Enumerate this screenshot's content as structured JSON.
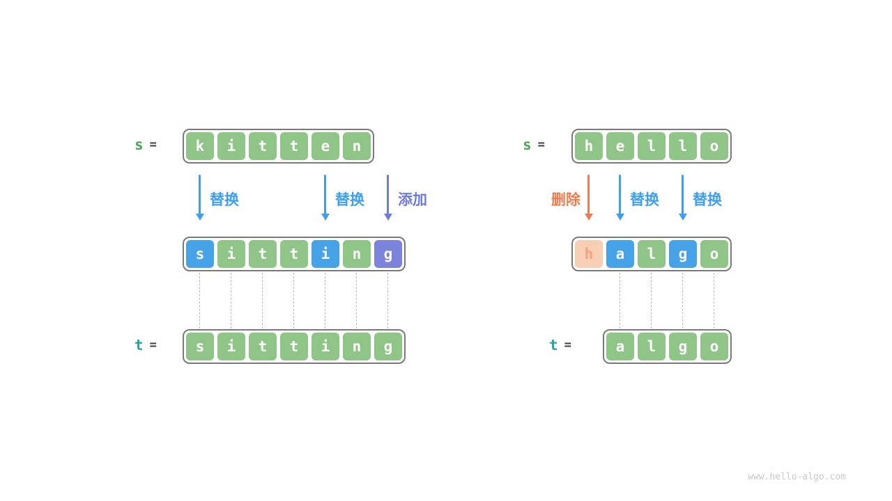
{
  "watermark": "www.hello-algo.com",
  "colors": {
    "green": "#8FC586",
    "blue": "#47A3E8",
    "purple": "#7B83DB",
    "peach_bg": "#F8CEB5",
    "peach_text": "#F0A47E",
    "arrow_blue": "#3D9EF2",
    "arrow_purple": "#6D7CE0",
    "arrow_orange": "#ED7D50",
    "label_s": "#4CA75B",
    "label_t": "#2FA49E"
  },
  "left": {
    "var_s": "s",
    "var_t": "t",
    "eq": "=",
    "s_row": [
      "k",
      "i",
      "t",
      "t",
      "e",
      "n"
    ],
    "operations": [
      {
        "label": "替换",
        "type": "replace"
      },
      {
        "label": "替换",
        "type": "replace"
      },
      {
        "label": "添加",
        "type": "add"
      }
    ],
    "mid_row": [
      {
        "ch": "s",
        "type": "blue"
      },
      {
        "ch": "i",
        "type": "green"
      },
      {
        "ch": "t",
        "type": "green"
      },
      {
        "ch": "t",
        "type": "green"
      },
      {
        "ch": "i",
        "type": "blue"
      },
      {
        "ch": "n",
        "type": "green"
      },
      {
        "ch": "g",
        "type": "purple"
      }
    ],
    "t_row": [
      "s",
      "i",
      "t",
      "t",
      "i",
      "n",
      "g"
    ]
  },
  "right": {
    "var_s": "s",
    "var_t": "t",
    "eq": "=",
    "s_row": [
      "h",
      "e",
      "l",
      "l",
      "o"
    ],
    "operations": [
      {
        "label": "删除",
        "type": "delete"
      },
      {
        "label": "替换",
        "type": "replace"
      },
      {
        "label": "替换",
        "type": "replace"
      }
    ],
    "mid_row": [
      {
        "ch": "h",
        "type": "peach"
      },
      {
        "ch": "a",
        "type": "blue"
      },
      {
        "ch": "l",
        "type": "green"
      },
      {
        "ch": "g",
        "type": "blue"
      },
      {
        "ch": "o",
        "type": "green"
      }
    ],
    "t_row": [
      "a",
      "l",
      "g",
      "o"
    ]
  }
}
